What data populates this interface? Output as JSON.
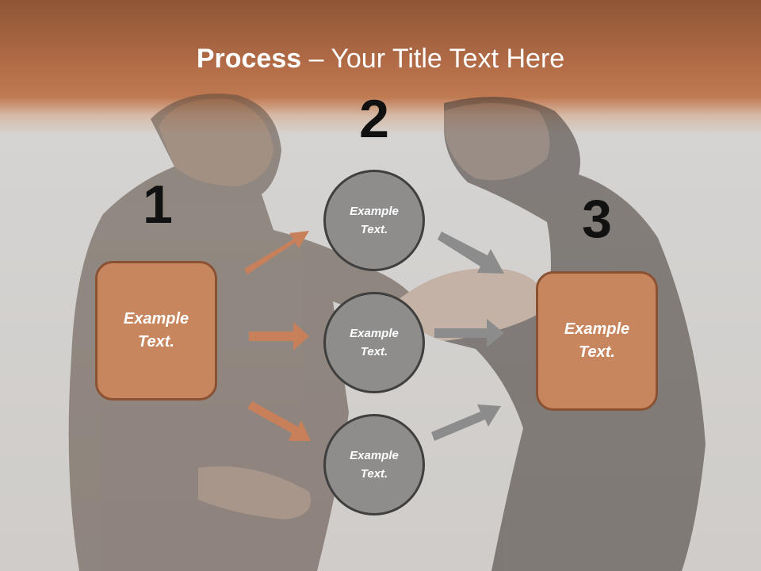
{
  "title": {
    "bold": "Process",
    "rest": " – Your Title Text Here"
  },
  "steps": [
    {
      "number": "1",
      "label_line1": "Example",
      "label_line2": "Text."
    },
    {
      "number": "2"
    },
    {
      "number": "3",
      "label_line1": "Example",
      "label_line2": "Text."
    }
  ],
  "circles": [
    {
      "line1": "Example",
      "line2": "Text."
    },
    {
      "line1": "Example",
      "line2": "Text."
    },
    {
      "line1": "Example",
      "line2": "Text."
    }
  ],
  "colors": {
    "accent_box": "#c8865e",
    "box_border": "#8a5232",
    "circle_fill": "#8e8d8c",
    "arrow_orange": "#c8805a",
    "arrow_gray": "#8c8c8c",
    "top_band": "#b06a45"
  }
}
